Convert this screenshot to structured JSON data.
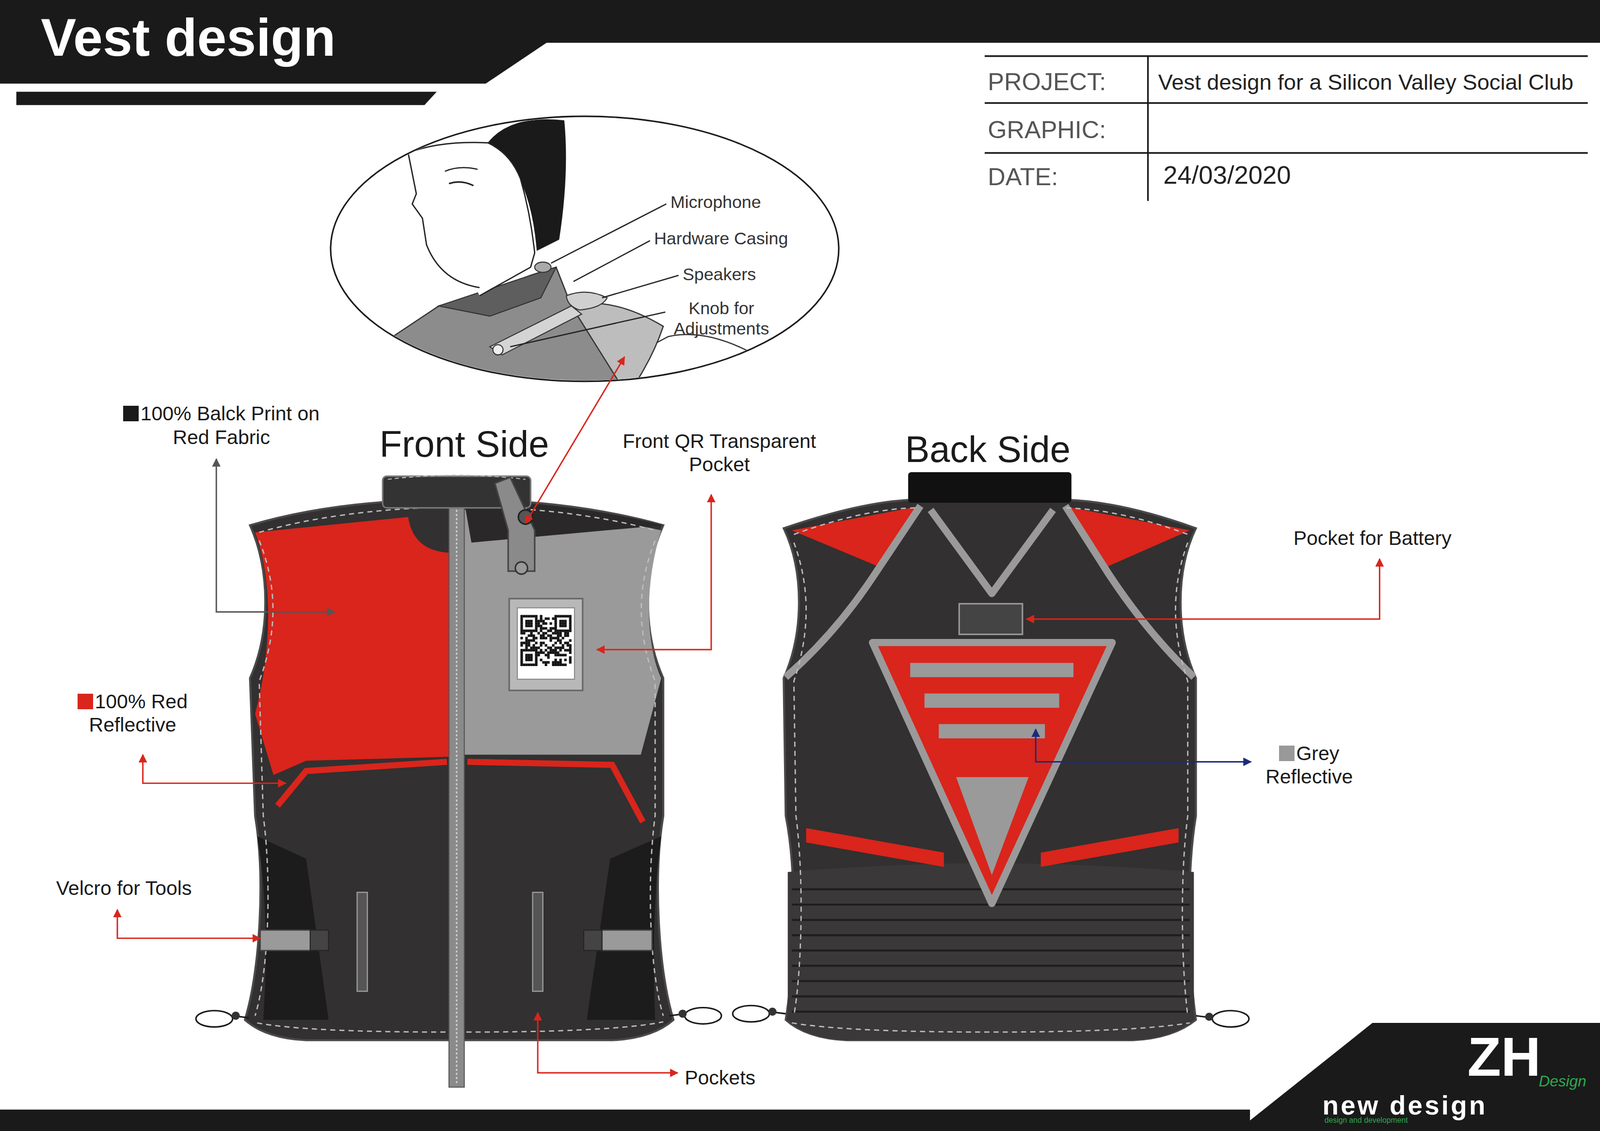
{
  "diagram": {
    "title": "Vest design",
    "labels": [
      "PROJECT:",
      "Vest design for a Silicon Valley Social Club",
      "GRAPHIC:",
      "DATE:",
      "24/03/2020",
      "Microphone",
      "Hardware Casing",
      "Speakers",
      "Knob for Adjustments",
      "Front Side",
      "Front QR Transparent Pocket",
      "Back Side",
      "Pocket for Battery",
      "Velcro for Tools",
      "Pockets",
      "ZH",
      "Design",
      "new design",
      "design and development"
    ],
    "legend": [
      {
        "text": "100% Balck Print on Red Fabric",
        "color": "#1a1a1a"
      },
      {
        "text": "100% Red Reflective",
        "color": "#d9251c"
      },
      {
        "text": "Grey Reflective",
        "color": "#999999"
      }
    ]
  }
}
